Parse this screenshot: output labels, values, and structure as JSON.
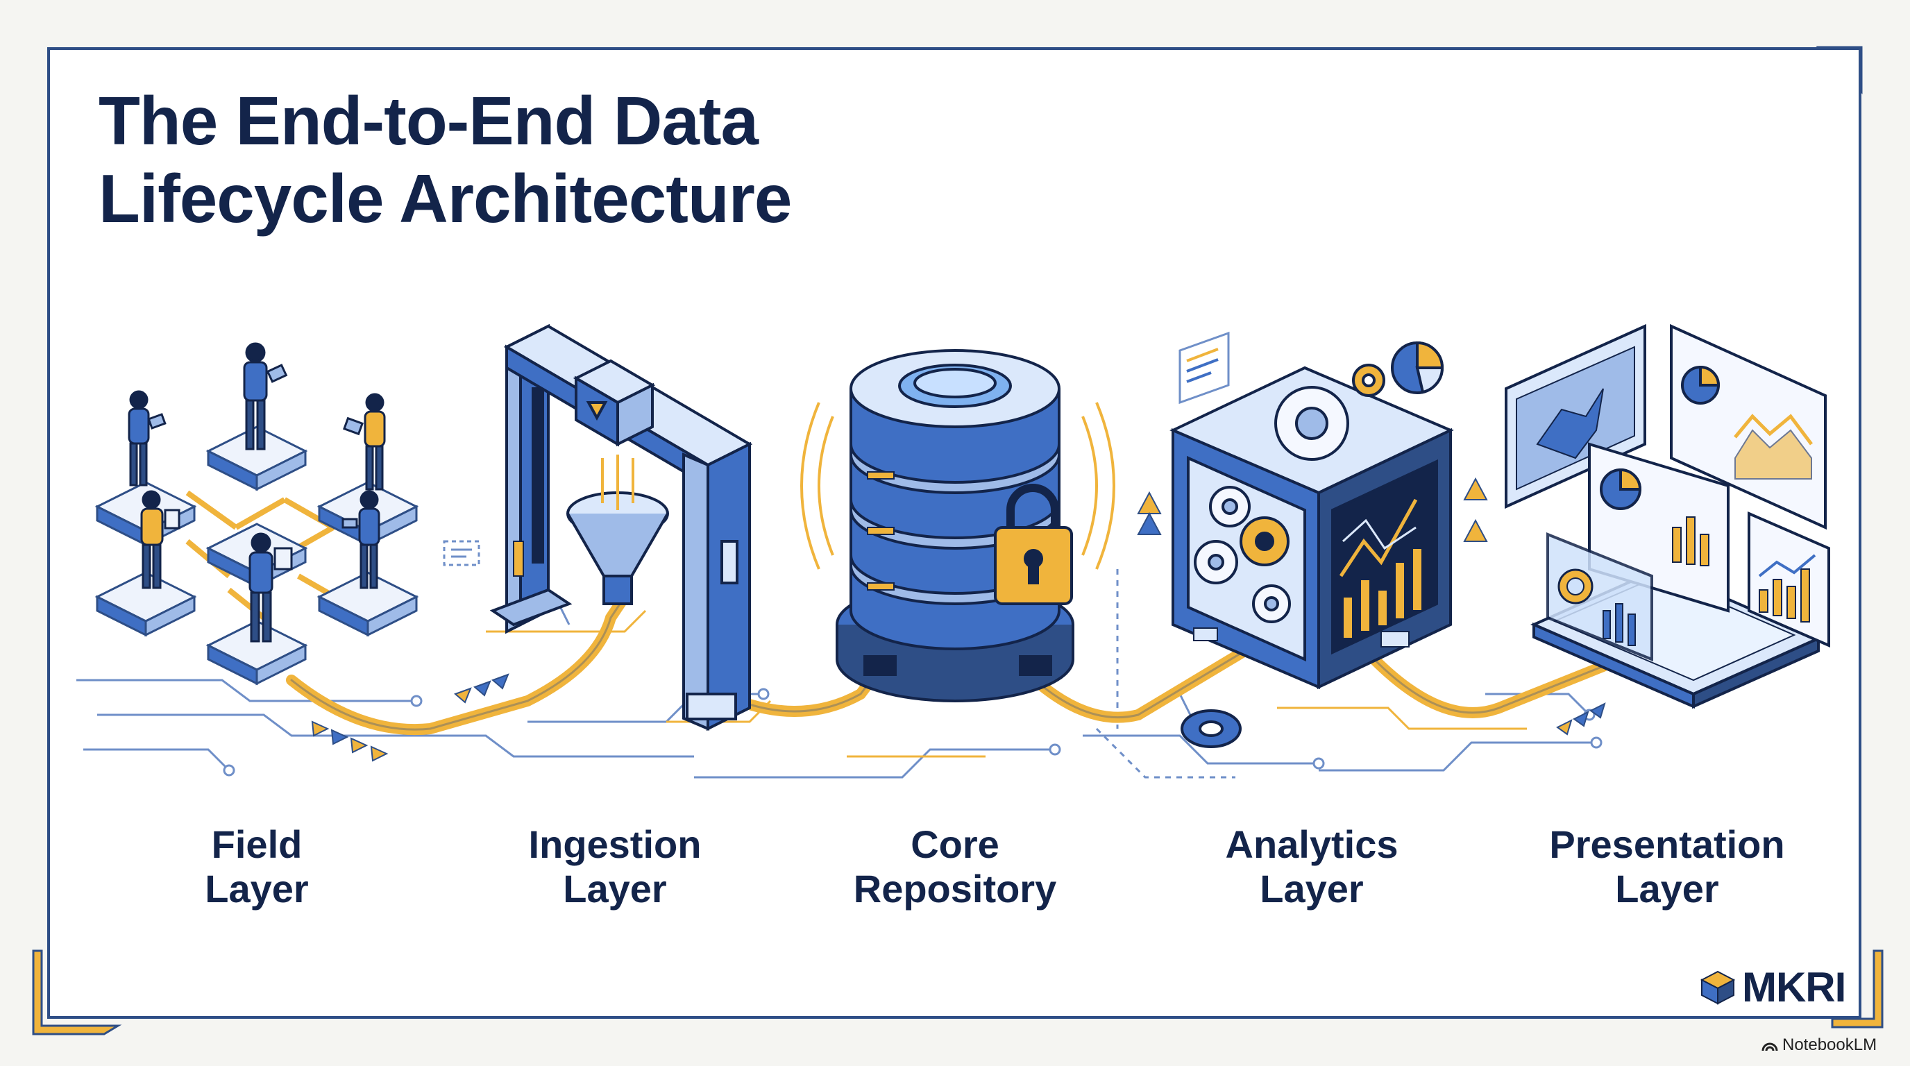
{
  "title": {
    "line1": "The End-to-End Data",
    "line2": "Lifecycle Architecture"
  },
  "stages": [
    {
      "line1": "Field",
      "line2": "Layer"
    },
    {
      "line1": "Ingestion",
      "line2": "Layer"
    },
    {
      "line1": "Core",
      "line2": "Repository"
    },
    {
      "line1": "Analytics",
      "line2": "Layer"
    },
    {
      "line1": "Presentation",
      "line2": "Layer"
    }
  ],
  "brand": {
    "name": "MKRI"
  },
  "watermark": {
    "text": "NotebookLM"
  },
  "colors": {
    "navy": "#13244a",
    "blue": "#3f6fc4",
    "light_blue": "#dbe8fb",
    "gold": "#f0b43c",
    "frame": "#2e4e86"
  },
  "icons": [
    "field-workers-icon",
    "ingestion-funnel-icon",
    "database-lock-icon",
    "analytics-cube-icon",
    "dashboard-screens-icon"
  ]
}
